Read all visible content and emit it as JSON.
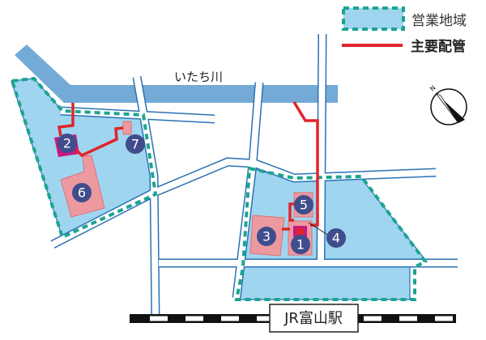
{
  "legend": {
    "business_area_label": "営業地域",
    "main_pipe_label": "主要配管"
  },
  "river_label": "いたち川",
  "station_label": "JR富山駅",
  "compass_label": "N",
  "markers": [
    "1",
    "2",
    "3",
    "4",
    "5",
    "6",
    "7"
  ],
  "colors": {
    "zone_fill": "#9fd5ef",
    "zone_border": "#1ba591",
    "pipe": "#e0242b",
    "river": "#74aad6",
    "building": "#ec9aa0",
    "marker": "#3f4d8c"
  }
}
